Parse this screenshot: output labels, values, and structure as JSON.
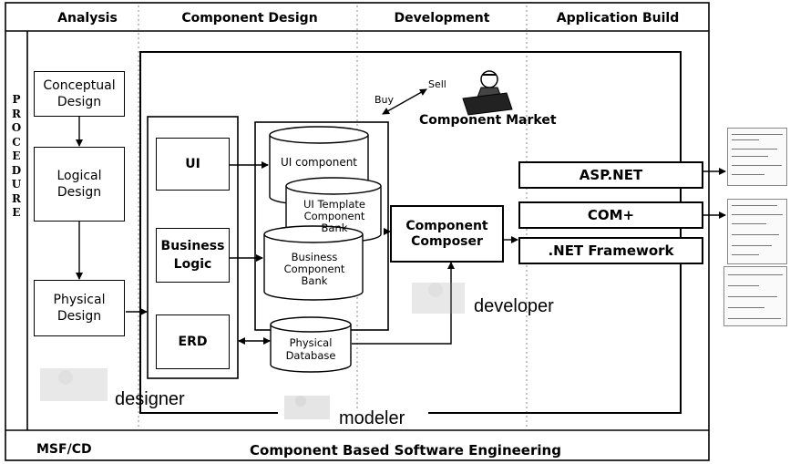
{
  "header": {
    "columns": [
      "Analysis",
      "Component Design",
      "Development",
      "Application Build"
    ]
  },
  "side_label": {
    "letters": [
      "P",
      "R",
      "O",
      "C",
      "E",
      "D",
      "U",
      "R",
      "E"
    ]
  },
  "analysis": {
    "conceptual": "Conceptual Design",
    "logical": "Logical Design",
    "physical": "Physical Design"
  },
  "design_column": {
    "ui": "UI",
    "business": "Business Logic",
    "erd": "ERD"
  },
  "components": {
    "ui_component": "UI component",
    "ui_template_bank": "UI Template Component Bank",
    "business_bank": "Business Component Bank",
    "physical_database": "Physical Database"
  },
  "market": {
    "buy": "Buy",
    "sell": "Sell",
    "title": "Component Market"
  },
  "composer": "Component Composer",
  "build_boxes": {
    "aspnet": "ASP.NET",
    "complus": "COM+",
    "netframework": ".NET Framework"
  },
  "roles": {
    "designer": "designer",
    "developer": "developer",
    "modeler": "modeler"
  },
  "footer": {
    "left": "MSF/CD",
    "center": "Component Based Software Engineering"
  }
}
